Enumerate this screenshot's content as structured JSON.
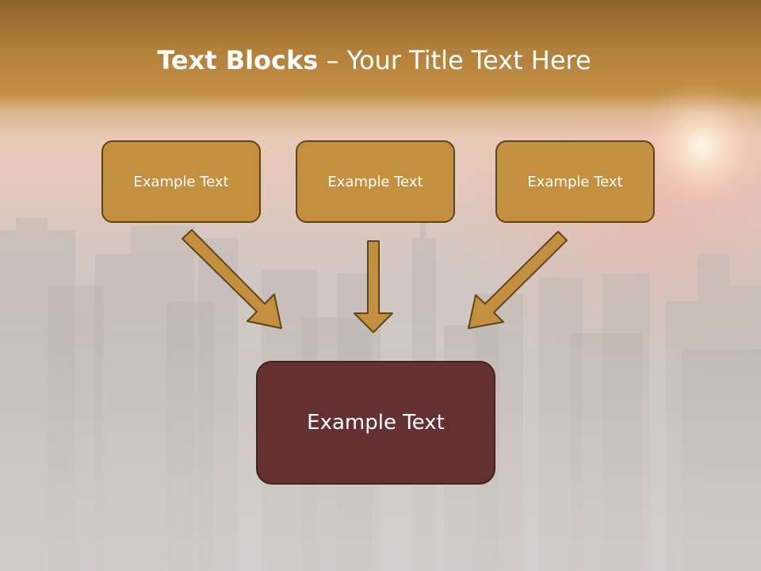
{
  "slide": {
    "title_bold": "Text Blocks",
    "title_dash": " – ",
    "title_rest": "Your Title Text Here"
  },
  "boxes": {
    "top_left": "Example Text",
    "top_center": "Example Text",
    "top_right": "Example Text",
    "bottom_main": "Example Text"
  },
  "colors": {
    "top_box_fill": "#c3903f",
    "main_box_fill": "#653032",
    "arrow_fill": "#c3903f",
    "arrow_stroke": "#5e4418",
    "header_band": "#b07f3a"
  }
}
